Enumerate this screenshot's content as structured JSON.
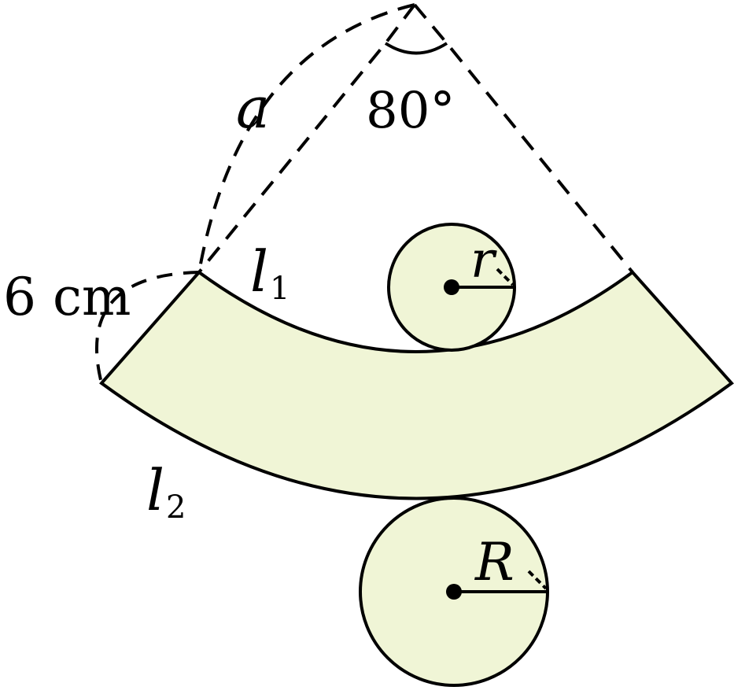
{
  "diagram": {
    "colors": {
      "stroke": "#000000",
      "fill": "#f0f5d6",
      "background": "#ffffff"
    },
    "labels": {
      "angle": "80°",
      "slant_small": "a",
      "width": "6 cm",
      "arc_inner_letter": "l",
      "arc_inner_sub": "1",
      "arc_outer_letter": "l",
      "arc_outer_sub": "2",
      "small_radius": "r",
      "large_radius": "R"
    }
  }
}
